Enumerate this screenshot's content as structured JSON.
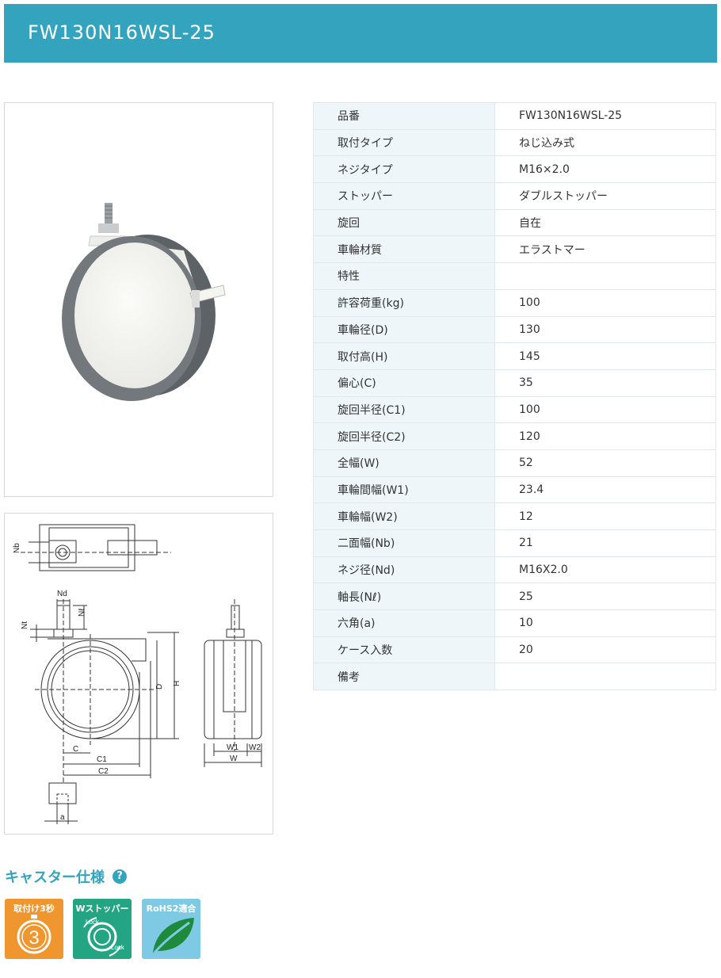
{
  "header": {
    "title": "FW130N16WSL-25"
  },
  "specs": [
    {
      "label": "品番",
      "value": "FW130N16WSL-25"
    },
    {
      "label": "取付タイプ",
      "value": "ねじ込み式"
    },
    {
      "label": "ネジタイプ",
      "value": "M16×2.0"
    },
    {
      "label": "ストッパー",
      "value": "ダブルストッパー"
    },
    {
      "label": "旋回",
      "value": "自在"
    },
    {
      "label": "車輪材質",
      "value": "エラストマー"
    },
    {
      "label": "特性",
      "value": ""
    },
    {
      "label": "許容荷重(kg)",
      "value": "100"
    },
    {
      "label": "車輪径(D)",
      "value": "130"
    },
    {
      "label": "取付高(H)",
      "value": "145"
    },
    {
      "label": "偏心(C)",
      "value": "35"
    },
    {
      "label": "旋回半径(C1)",
      "value": "100"
    },
    {
      "label": "旋回半径(C2)",
      "value": "120"
    },
    {
      "label": "全幅(W)",
      "value": "52"
    },
    {
      "label": "車輪間幅(W1)",
      "value": "23.4"
    },
    {
      "label": "車輪幅(W2)",
      "value": "12"
    },
    {
      "label": "二面幅(Nb)",
      "value": "21"
    },
    {
      "label": "ネジ径(Nd)",
      "value": "M16X2.0"
    },
    {
      "label": "軸長(Nℓ)",
      "value": "25"
    },
    {
      "label": "六角(a)",
      "value": "10"
    },
    {
      "label": "ケース入数",
      "value": "20"
    },
    {
      "label": "備考",
      "value": ""
    }
  ],
  "drawing": {
    "nb": "Nb",
    "nd": "Nd",
    "nl": "Nℓ",
    "nt": "Nt",
    "d": "D",
    "h": "H",
    "c": "C",
    "c1": "C1",
    "c2": "C2",
    "w1": "W1",
    "w2": "W2",
    "w": "W",
    "a": "a"
  },
  "section": {
    "title": "キャスター仕様",
    "help": "?"
  },
  "badges": [
    {
      "label": "取付け3秒",
      "digit": "3"
    },
    {
      "label": "Wストッパー",
      "lock1": "Lock",
      "lock2": "Lock"
    },
    {
      "label": "RoHS2適合"
    }
  ],
  "colors": {
    "accent": "#34a4be",
    "orange": "#f0962e",
    "green": "#23a584",
    "lightblue": "#7ec9e4"
  }
}
